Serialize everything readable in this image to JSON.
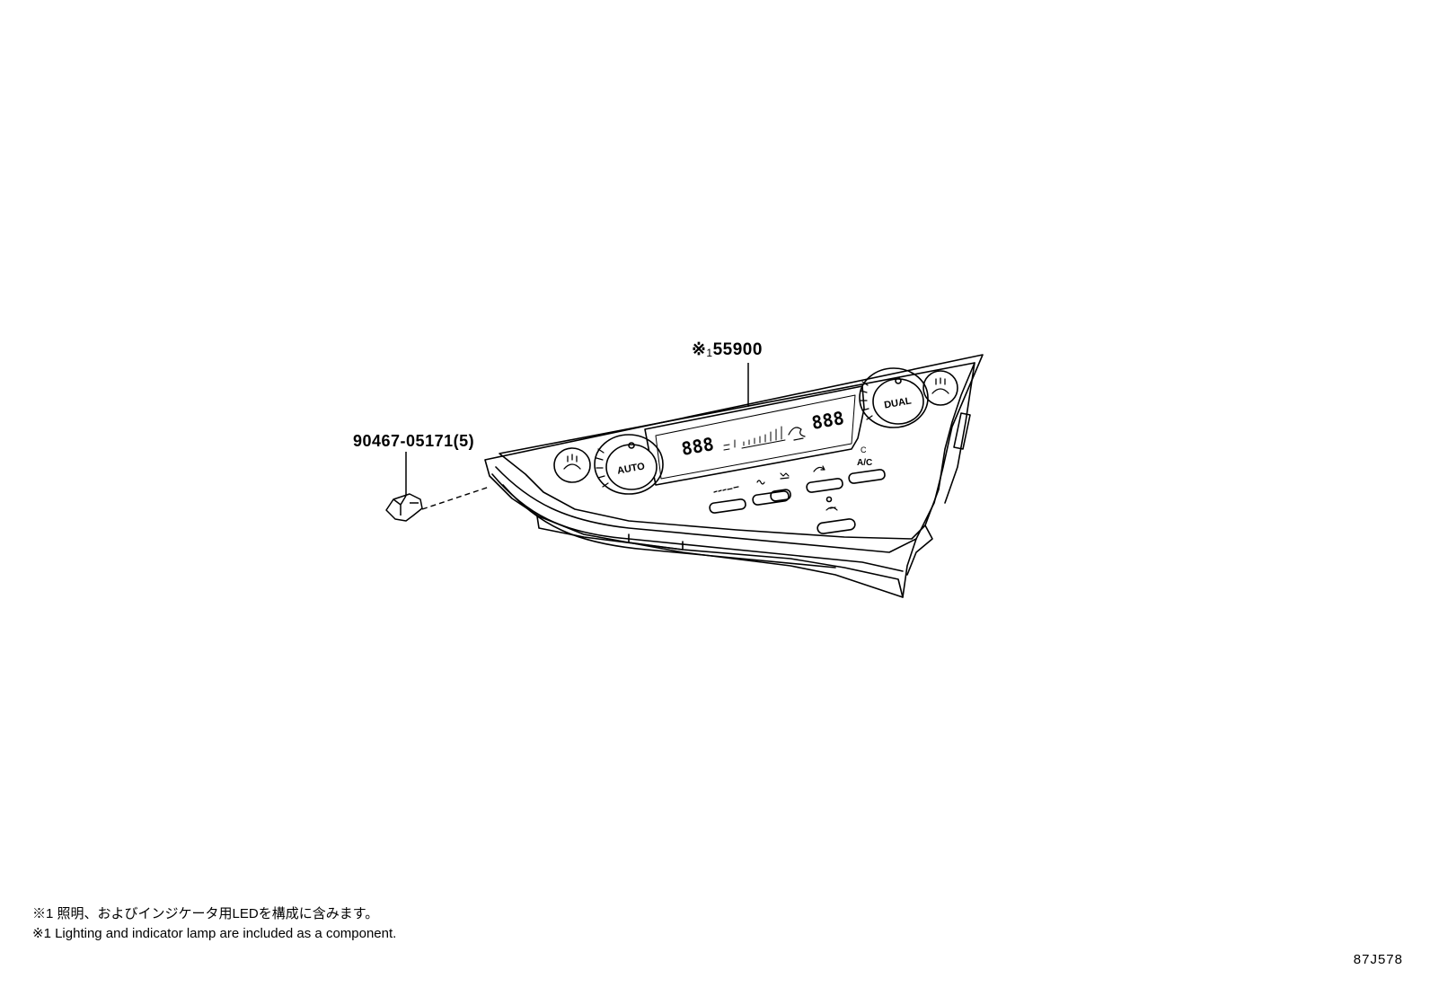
{
  "callouts": {
    "main_part": {
      "mark": "※",
      "ref": "1",
      "number": "55900"
    },
    "clip_part": "90467-05171(5)"
  },
  "panel": {
    "left_knob_label": "AUTO",
    "right_knob_label": "DUAL",
    "lcd_left_digits": "888",
    "lcd_right_digits": "888",
    "button_ac_label": "A/C"
  },
  "notes": {
    "ja": "※1 照明、およびインジケータ用LEDを構成に含みます。",
    "en": "※1 Lighting and indicator lamp are included as a component."
  },
  "drawing_id": "87J578"
}
